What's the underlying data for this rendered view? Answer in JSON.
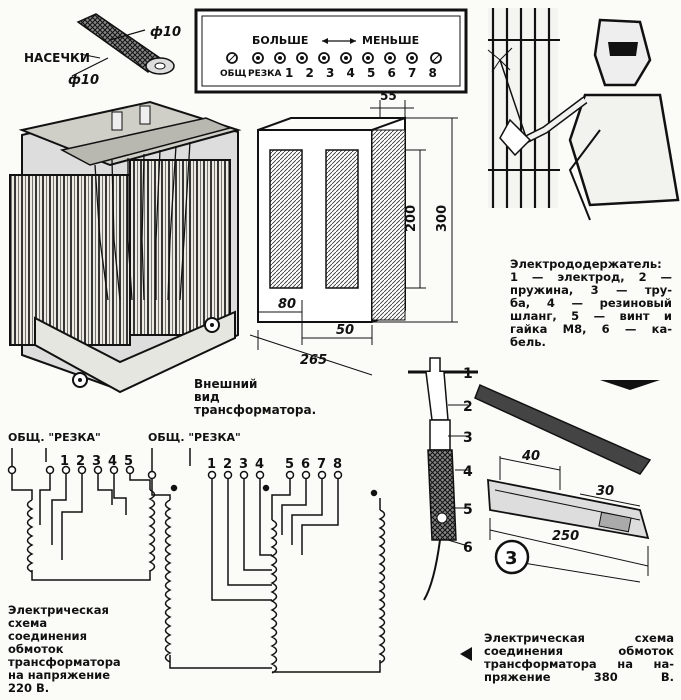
{
  "notch": {
    "label": "НАСЕЧКИ",
    "dim_top": "ф10",
    "dim_bottom": "ф10"
  },
  "tap_panel": {
    "more": "БОЛЬШЕ",
    "less": "МЕНЬШЕ",
    "common": "ОБЩ",
    "cut": "РЕЗКА",
    "numbers": [
      "1",
      "2",
      "3",
      "4",
      "5",
      "6",
      "7",
      "8"
    ]
  },
  "core": {
    "dim_top": "55",
    "dim_height_inner": "200",
    "dim_height_outer": "300",
    "dim_leg": "80",
    "dim_window": "50",
    "dim_width": "265"
  },
  "caption_transformer": "Внешний\nвид\nтрансформатора.",
  "caption_holder": "Электрододержатель:\n1 — электрод, 2 —\nпружина, 3 — тру-\nба, 4 — резиновый\nшланг, 5 — винт и\nгайка М8, 6 — ка-\nбель.",
  "holder_parts": [
    "1",
    "2",
    "3",
    "4",
    "5",
    "6"
  ],
  "tube": {
    "dim_a": "40",
    "dim_b": "30",
    "dim_len": "250",
    "figure_no": "3"
  },
  "scheme220": {
    "header": "ОБЩ. \"РЕЗКА\"",
    "taps": [
      "1",
      "2",
      "3",
      "4",
      "5"
    ],
    "caption": "Электрическая\nсхема\nсоединения\nобмоток\nтрансформатора\nна напряжение\n220 В."
  },
  "scheme380": {
    "header": "ОБЩ. \"РЕЗКА\"",
    "taps": [
      "1",
      "2",
      "3",
      "4",
      "5",
      "6",
      "7",
      "8"
    ],
    "caption": "Электрическая схема\nсоединения обмоток\nтрансформатора на на-\nпряжение 380 В."
  }
}
